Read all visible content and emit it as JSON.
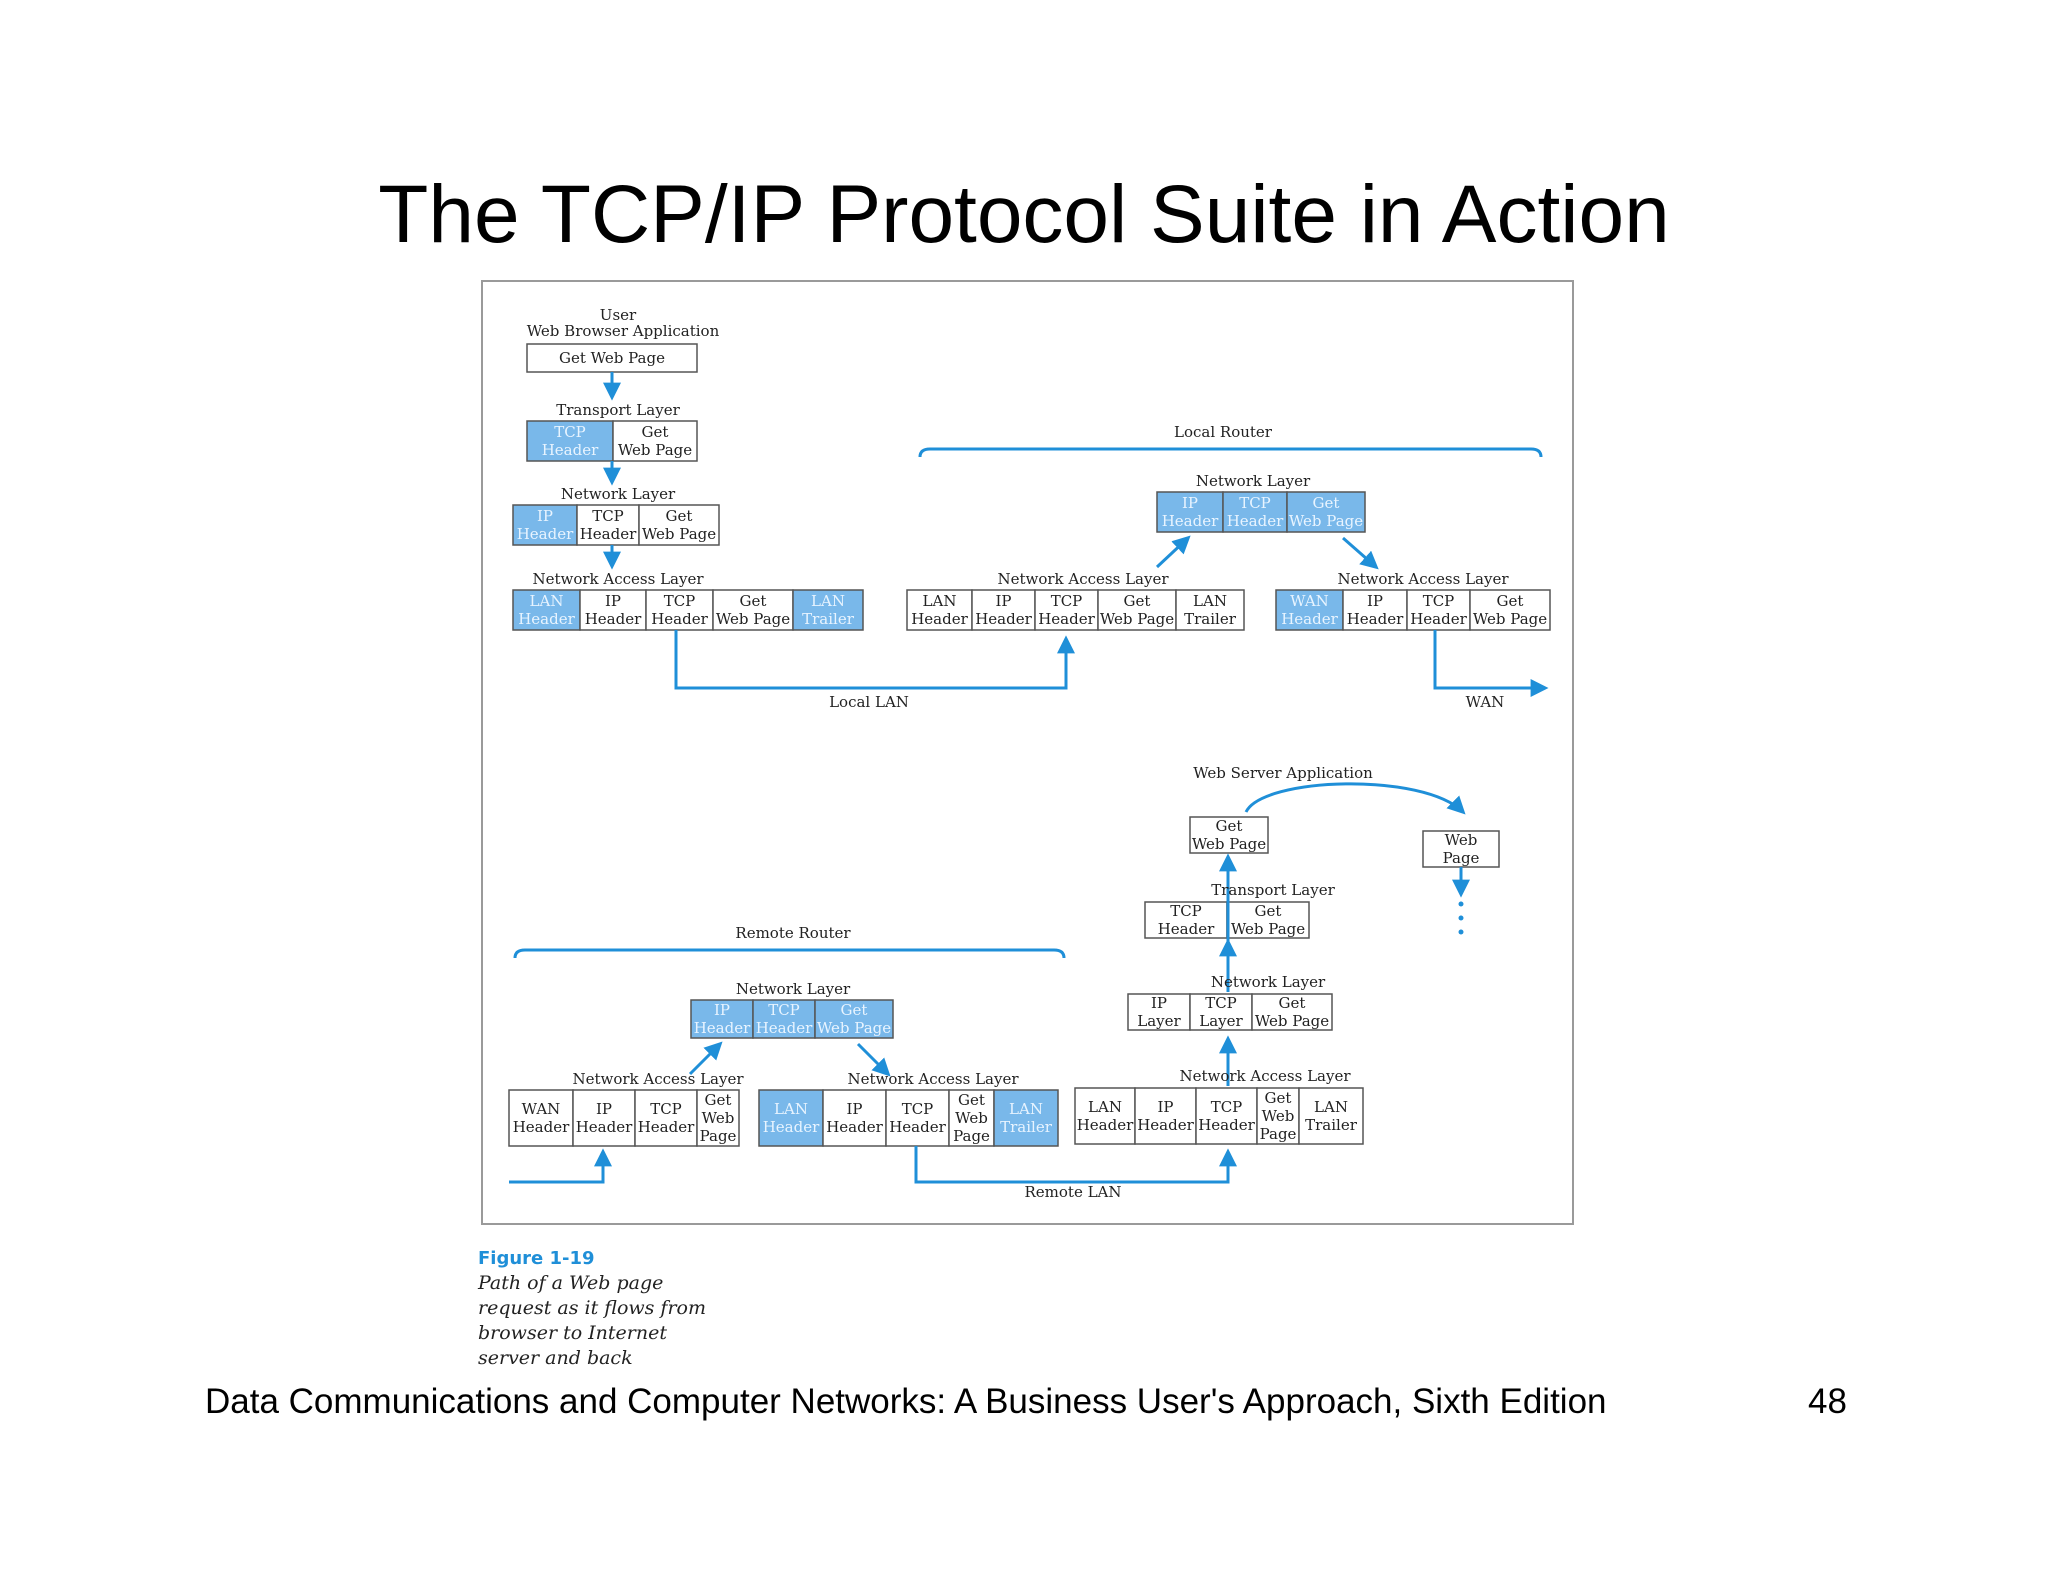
{
  "title": "The TCP/IP Protocol Suite in Action",
  "footer": "Data Communications and Computer Networks: A Business User's Approach, Sixth Edition",
  "page_number": "48",
  "caption": {
    "figure": "Figure 1-19",
    "lines": [
      "Path of a Web page",
      "request as it flows from",
      "browser to Internet",
      "server and back"
    ]
  },
  "colors": {
    "accent": "#1f8fd8",
    "highlight": "#79b8ea",
    "border": "#555555"
  },
  "diagram": {
    "section_labels": {
      "user": "User",
      "web_browser": "Web Browser Application",
      "local_router": "Local Router",
      "remote_router": "Remote Router",
      "web_server": "Web Server Application",
      "local_lan": "Local LAN",
      "wan": "WAN",
      "remote_lan": "Remote LAN"
    },
    "layer_labels": {
      "transport": "Transport Layer",
      "network": "Network Layer",
      "network_access": "Network Access Layer"
    },
    "cells": {
      "get_web_page": "Get Web Page",
      "get": "Get",
      "web_page": "Web Page",
      "web": "Web",
      "page": "Page",
      "tcp": "TCP",
      "ip": "IP",
      "lan": "LAN",
      "wan": "WAN",
      "header": "Header",
      "trailer": "Trailer",
      "layer": "Layer"
    }
  }
}
